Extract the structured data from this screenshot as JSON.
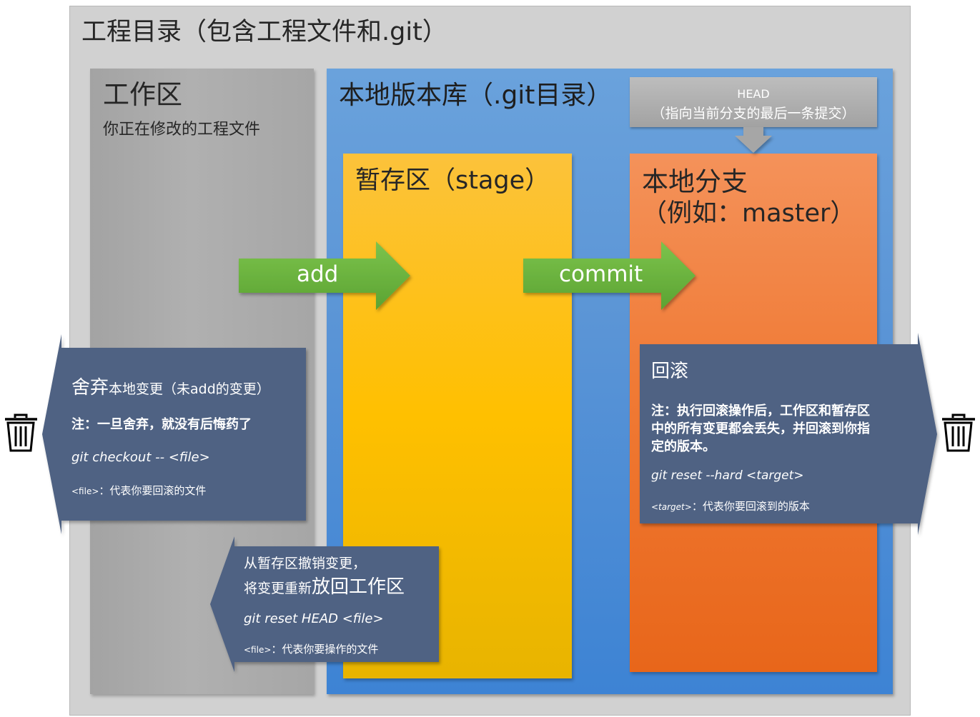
{
  "project": {
    "title": "工程目录（包含工程文件和.git）"
  },
  "workarea": {
    "title": "工作区",
    "description": "你正在修改的工程文件"
  },
  "repo": {
    "title": "本地版本库（.git目录）"
  },
  "head": {
    "line1": "HEAD",
    "line2": "（指向当前分支的最后一条提交）"
  },
  "stage": {
    "title": "暂存区（stage）"
  },
  "branch": {
    "title_line1": "本地分支",
    "title_line2": "（例如：master）"
  },
  "arrows": {
    "add": "add",
    "commit": "commit"
  },
  "discard": {
    "heading_big": "舍弃",
    "heading_small": "本地变更（未add的变更）",
    "note": "注：一旦舍弃，就没有后悔药了",
    "command": "git checkout -- <file>",
    "file_tag": "<file>",
    "file_desc": "：代表你要回滚的文件"
  },
  "unstage": {
    "line1": "从暂存区撤销变更，",
    "line2_small": "将变更重新",
    "line2_big": "放回工作区",
    "command": "git reset HEAD <file>",
    "file_tag": "<file>",
    "file_desc": "：代表你要操作的文件"
  },
  "rollback": {
    "heading": "回滚",
    "note_line1": "注：执行回滚操作后，工作区和暂存区",
    "note_line2": "中的所有变更都会丢失，并回滚到你指",
    "note_line3": "定的版本。",
    "command": "git reset --hard <target>",
    "target_tag": "<target>",
    "target_desc": "：代表你要回滚到的版本"
  },
  "icons": {
    "trash_left": "trash-icon",
    "trash_right": "trash-icon"
  },
  "colors": {
    "project_bg": "#d1d1d1",
    "workarea": "#a8a8a8",
    "repo": "#5b95d6",
    "stage": "#ffc000",
    "branch": "#f07a35",
    "arrow": "#6ab43e",
    "callout": "#4f6283",
    "head": "#a6a6a6"
  }
}
